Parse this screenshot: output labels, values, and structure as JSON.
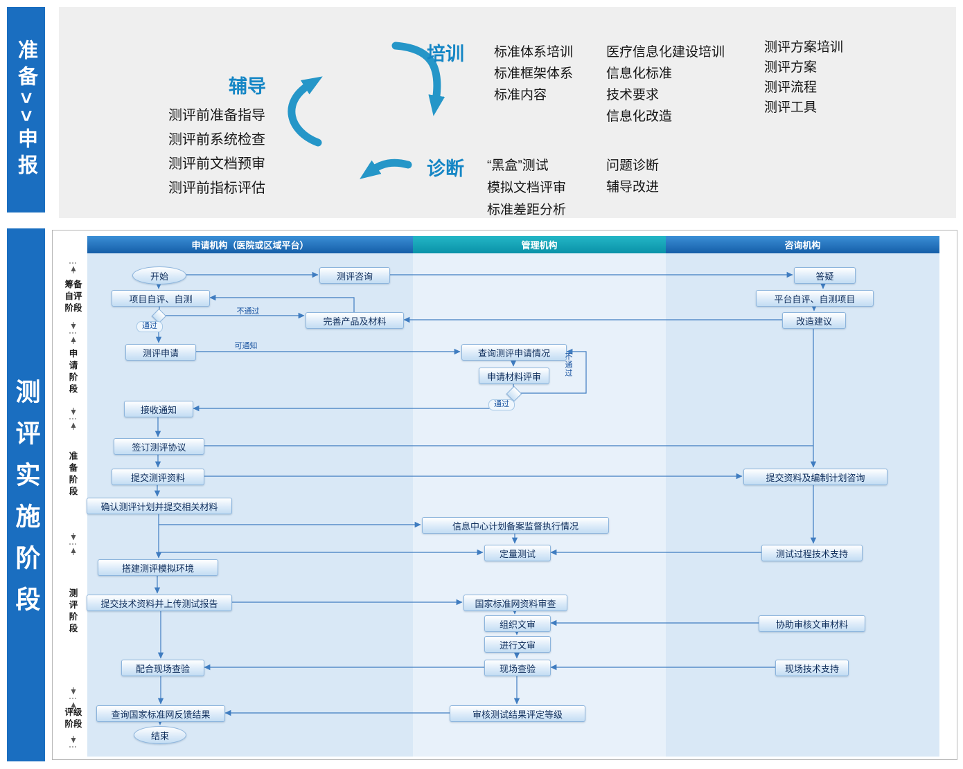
{
  "top": {
    "side_label": "准备>>申报",
    "coach": {
      "title": "辅导",
      "items": [
        "测评前准备指导",
        "测评前系统检查",
        "测评前文档预审",
        "测评前指标评估"
      ]
    },
    "train": {
      "title": "培训",
      "col1": [
        "标准体系培训",
        "标准框架体系",
        "标准内容"
      ],
      "col2": [
        "医疗信息化建设培训",
        "信息化标准",
        "技术要求",
        "信息化改造"
      ],
      "col3": [
        "测评方案培训",
        "测评方案",
        "测评流程",
        "测评工具"
      ]
    },
    "diagnose": {
      "title": "诊断",
      "col1": [
        "“黑盒”测试",
        "模拟文档评审",
        "标准差距分析"
      ],
      "col2": [
        "问题诊断",
        "辅导改进"
      ]
    }
  },
  "flow": {
    "side_label": "测评实施阶段",
    "lanes": [
      "申请机构（医院或区域平台）",
      "管理机构",
      "咨询机构"
    ],
    "phases": [
      "筹备\n自评\n阶段",
      "申\n请\n阶\n段",
      "准\n备\n阶\n段",
      "测\n评\n阶\n段",
      "评级\n阶段"
    ],
    "labels": {
      "fail_a": "不通过",
      "pass_a": "通过",
      "notify": "可通知",
      "fail_b": "不通过",
      "pass_b": "通过"
    },
    "nodes": {
      "start": "开始",
      "consult": "测评咨询",
      "answer": "答疑",
      "self_eval": "项目自评、自测",
      "platform_self": "平台自评、自测项目",
      "improve": "完善产品及材料",
      "suggest": "改造建议",
      "apply": "测评申请",
      "query_apply": "查询测评申请情况",
      "review_mat": "申请材料评审",
      "receive": "接收通知",
      "sign": "签订测评协议",
      "submit_mat": "提交测评资料",
      "submit_plan": "提交资料及编制计划咨询",
      "confirm_plan": "确认测评计划并提交相关材料",
      "info_center": "信息中心计划备案监督执行情况",
      "quant_test": "定量测试",
      "test_support": "测试过程技术支持",
      "build_env": "搭建测评模拟环境",
      "upload_report": "提交技术资料并上传测试报告",
      "nsn_review": "国家标准网资料审查",
      "org_review": "组织文审",
      "assist_review": "协助审核文审材料",
      "do_review": "进行文审",
      "coop_onsite": "配合现场查验",
      "onsite_check": "现场查验",
      "onsite_support": "现场技术支持",
      "query_result": "查询国家标准网反馈结果",
      "grade_review": "审核测试结果评定等级",
      "end": "结束"
    }
  }
}
